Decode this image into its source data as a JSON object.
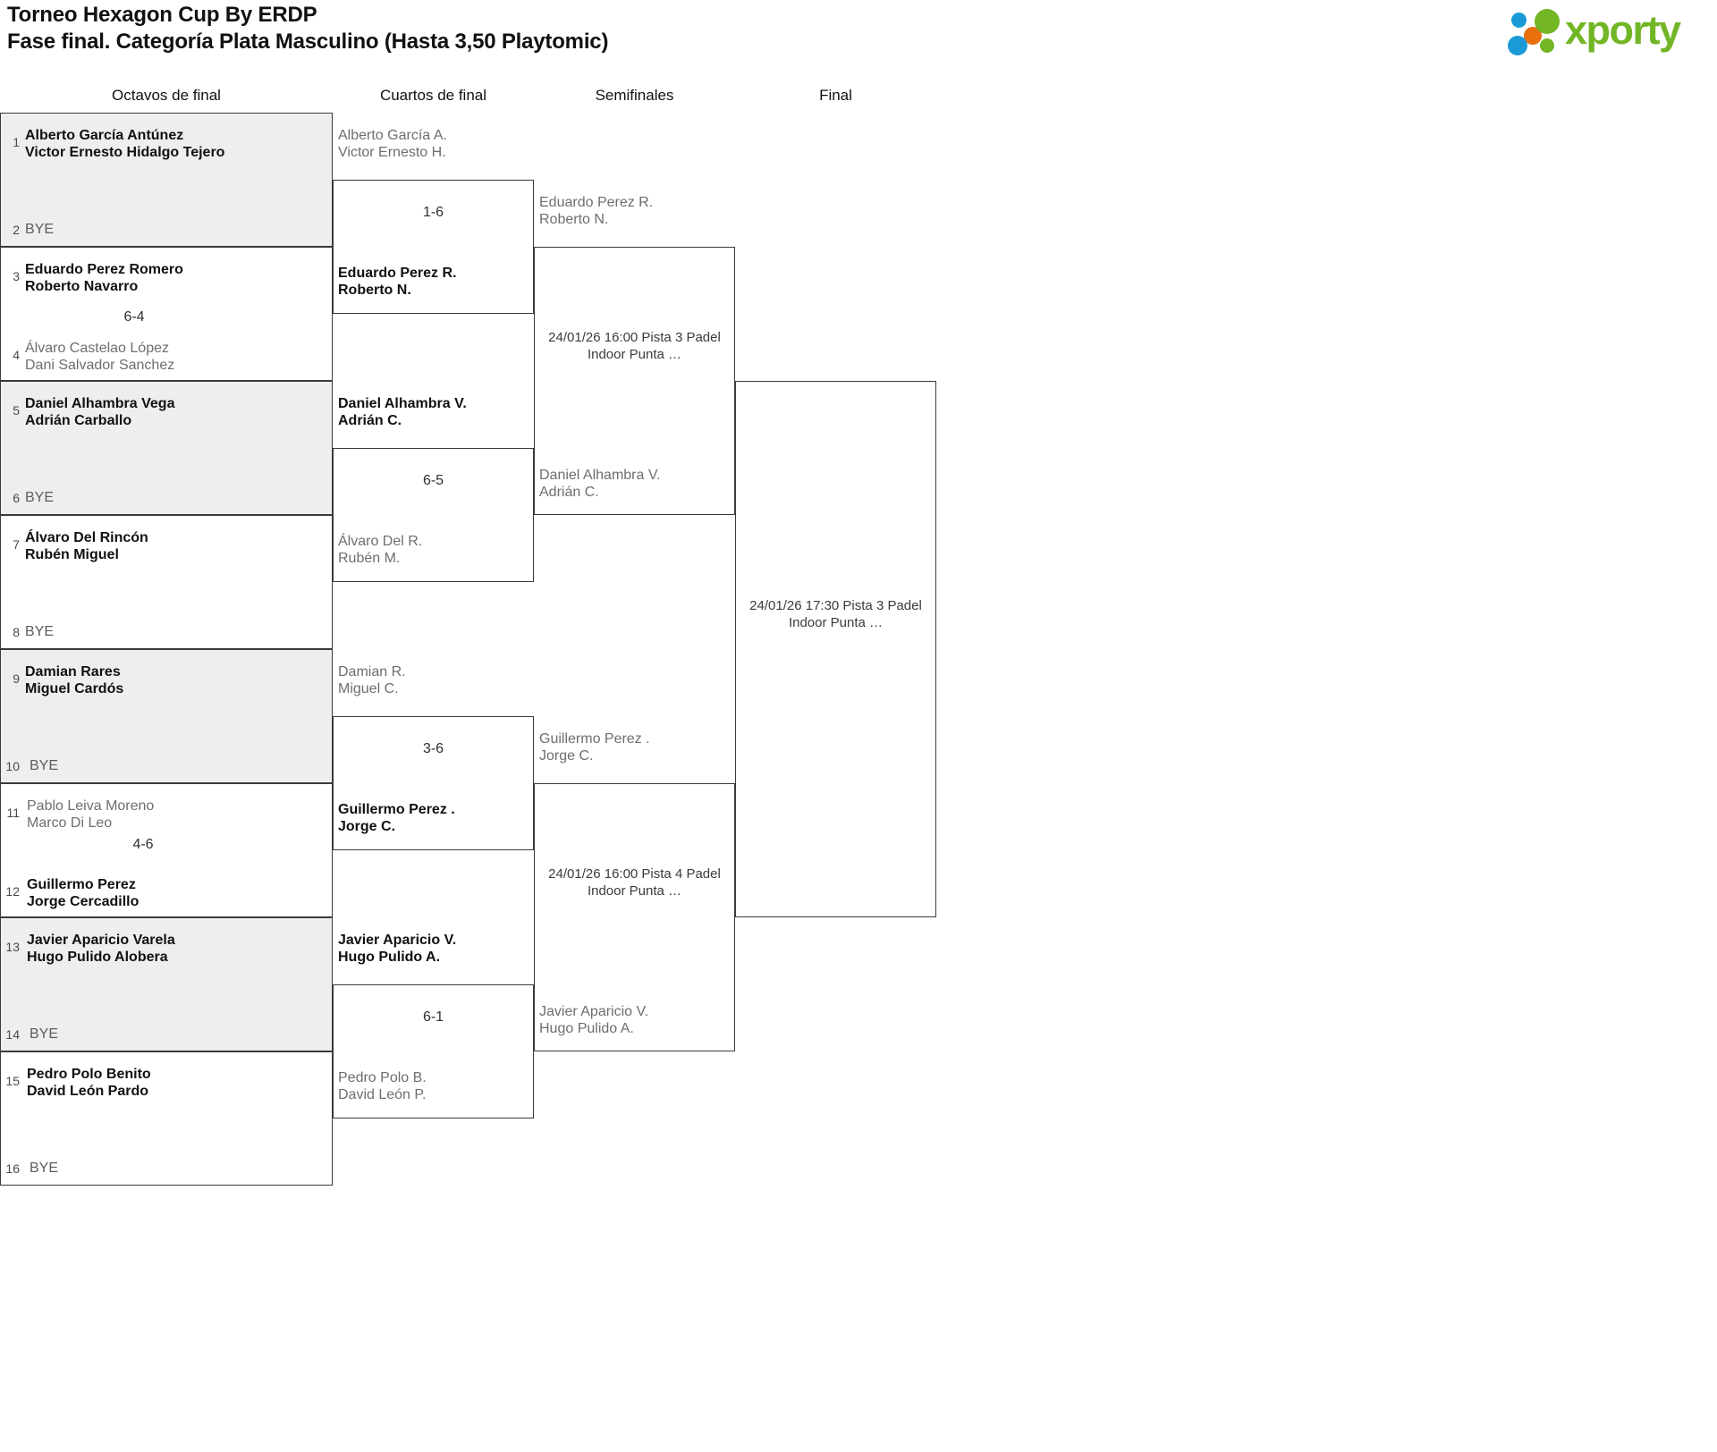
{
  "header": {
    "title_line1": "Torneo Hexagon Cup By ERDP",
    "title_line2": "Fase final. Categoría Plata Masculino (Hasta 3,50 Playtomic)"
  },
  "logo": {
    "wordmark": "xporty",
    "green": "#72b626",
    "blue": "#1a9bd7",
    "orange": "#e8700d",
    "dots": [
      {
        "name": "blue-dot-top",
        "color": "#1a9bd7"
      },
      {
        "name": "orange-dot-middle",
        "color": "#e8700d"
      },
      {
        "name": "blue-dot-bottom",
        "color": "#1a9bd7"
      },
      {
        "name": "green-dot-large",
        "color": "#72b626"
      },
      {
        "name": "green-dot-small",
        "color": "#72b626"
      }
    ]
  },
  "rounds": [
    {
      "key": "r16",
      "label": "Octavos de final"
    },
    {
      "key": "qf",
      "label": "Cuartos de final"
    },
    {
      "key": "sf",
      "label": "Semifinales"
    },
    {
      "key": "f",
      "label": "Final"
    }
  ],
  "seeds": [
    {
      "no": "1",
      "line1": "Alberto García Antúnez",
      "line2": "Victor Ernesto Hidalgo Tejero",
      "state": "win",
      "bye": false
    },
    {
      "no": "2",
      "line1": "BYE",
      "line2": "",
      "state": "bye",
      "bye": true
    },
    {
      "no": "3",
      "line1": "Eduardo Perez Romero",
      "line2": "Roberto Navarro",
      "state": "win",
      "bye": false
    },
    {
      "no": "4",
      "line1": "Álvaro Castelao López",
      "line2": "Dani Salvador Sanchez",
      "state": "lose",
      "bye": false
    },
    {
      "no": "5",
      "line1": "Daniel Alhambra Vega",
      "line2": "Adrián Carballo",
      "state": "win",
      "bye": false
    },
    {
      "no": "6",
      "line1": "BYE",
      "line2": "",
      "state": "bye",
      "bye": true
    },
    {
      "no": "7",
      "line1": "Álvaro Del Rincón",
      "line2": "Rubén Miguel",
      "state": "win",
      "bye": false
    },
    {
      "no": "8",
      "line1": "BYE",
      "line2": "",
      "state": "bye",
      "bye": true
    },
    {
      "no": "9",
      "line1": "Damian Rares",
      "line2": "Miguel Cardós",
      "state": "win",
      "bye": false
    },
    {
      "no": "10",
      "line1": "BYE",
      "line2": "",
      "state": "bye",
      "bye": true
    },
    {
      "no": "11",
      "line1": "Pablo Leiva Moreno",
      "line2": "Marco Di Leo",
      "state": "lose",
      "bye": false
    },
    {
      "no": "12",
      "line1": "Guillermo Perez",
      "line2": "Jorge Cercadillo",
      "state": "win",
      "bye": false
    },
    {
      "no": "13",
      "line1": "Javier Aparicio Varela",
      "line2": "Hugo Pulido Alobera",
      "state": "win",
      "bye": false
    },
    {
      "no": "14",
      "line1": "BYE",
      "line2": "",
      "state": "bye",
      "bye": true
    },
    {
      "no": "15",
      "line1": "Pedro Polo Benito",
      "line2": "David León Pardo",
      "state": "win",
      "bye": false
    },
    {
      "no": "16",
      "line1": "BYE",
      "line2": "",
      "state": "bye",
      "bye": true
    }
  ],
  "r16_scores": [
    {
      "match": "1-2",
      "score": ""
    },
    {
      "match": "3-4",
      "score": "6-4"
    },
    {
      "match": "5-6",
      "score": ""
    },
    {
      "match": "7-8",
      "score": ""
    },
    {
      "match": "9-10",
      "score": ""
    },
    {
      "match": "11-12",
      "score": "4-6"
    },
    {
      "match": "13-14",
      "score": ""
    },
    {
      "match": "15-16",
      "score": ""
    }
  ],
  "qf": {
    "slots": [
      {
        "line1": "Alberto García A.",
        "line2": "Victor Ernesto H.",
        "state": "lose"
      },
      {
        "line1": "Eduardo Perez R.",
        "line2": "Roberto N.",
        "state": "win"
      },
      {
        "line1": "Daniel Alhambra V.",
        "line2": "Adrián C.",
        "state": "win"
      },
      {
        "line1": "Álvaro Del R.",
        "line2": "Rubén M.",
        "state": "lose"
      },
      {
        "line1": "Damian R.",
        "line2": "Miguel C.",
        "state": "lose"
      },
      {
        "line1": "Guillermo Perez .",
        "line2": "Jorge C.",
        "state": "win"
      },
      {
        "line1": "Javier Aparicio V.",
        "line2": "Hugo Pulido A.",
        "state": "win"
      },
      {
        "line1": "Pedro Polo B.",
        "line2": "David León P.",
        "state": "lose"
      }
    ],
    "scores": [
      {
        "match": "qf1",
        "score": "1-6"
      },
      {
        "match": "qf2",
        "score": "6-5"
      },
      {
        "match": "qf3",
        "score": "3-6"
      },
      {
        "match": "qf4",
        "score": "6-1"
      }
    ]
  },
  "sf": {
    "slots": [
      {
        "line1": "Eduardo Perez R.",
        "line2": "Roberto N.",
        "state": "lose"
      },
      {
        "line1": "Daniel Alhambra V.",
        "line2": "Adrián C.",
        "state": "lose"
      },
      {
        "line1": "Guillermo Perez .",
        "line2": "Jorge C.",
        "state": "lose"
      },
      {
        "line1": "Javier Aparicio V.",
        "line2": "Hugo Pulido A.",
        "state": "lose"
      }
    ],
    "schedules": [
      {
        "match": "sf1",
        "line1": "24/01/26 16:00 Pista 3 Padel",
        "line2": "Indoor Punta …"
      },
      {
        "match": "sf2",
        "line1": "24/01/26 16:00 Pista 4 Padel",
        "line2": "Indoor Punta …"
      }
    ]
  },
  "final": {
    "schedule": {
      "line1": "24/01/26 17:30 Pista 3 Padel",
      "line2": "Indoor Punta …"
    }
  }
}
